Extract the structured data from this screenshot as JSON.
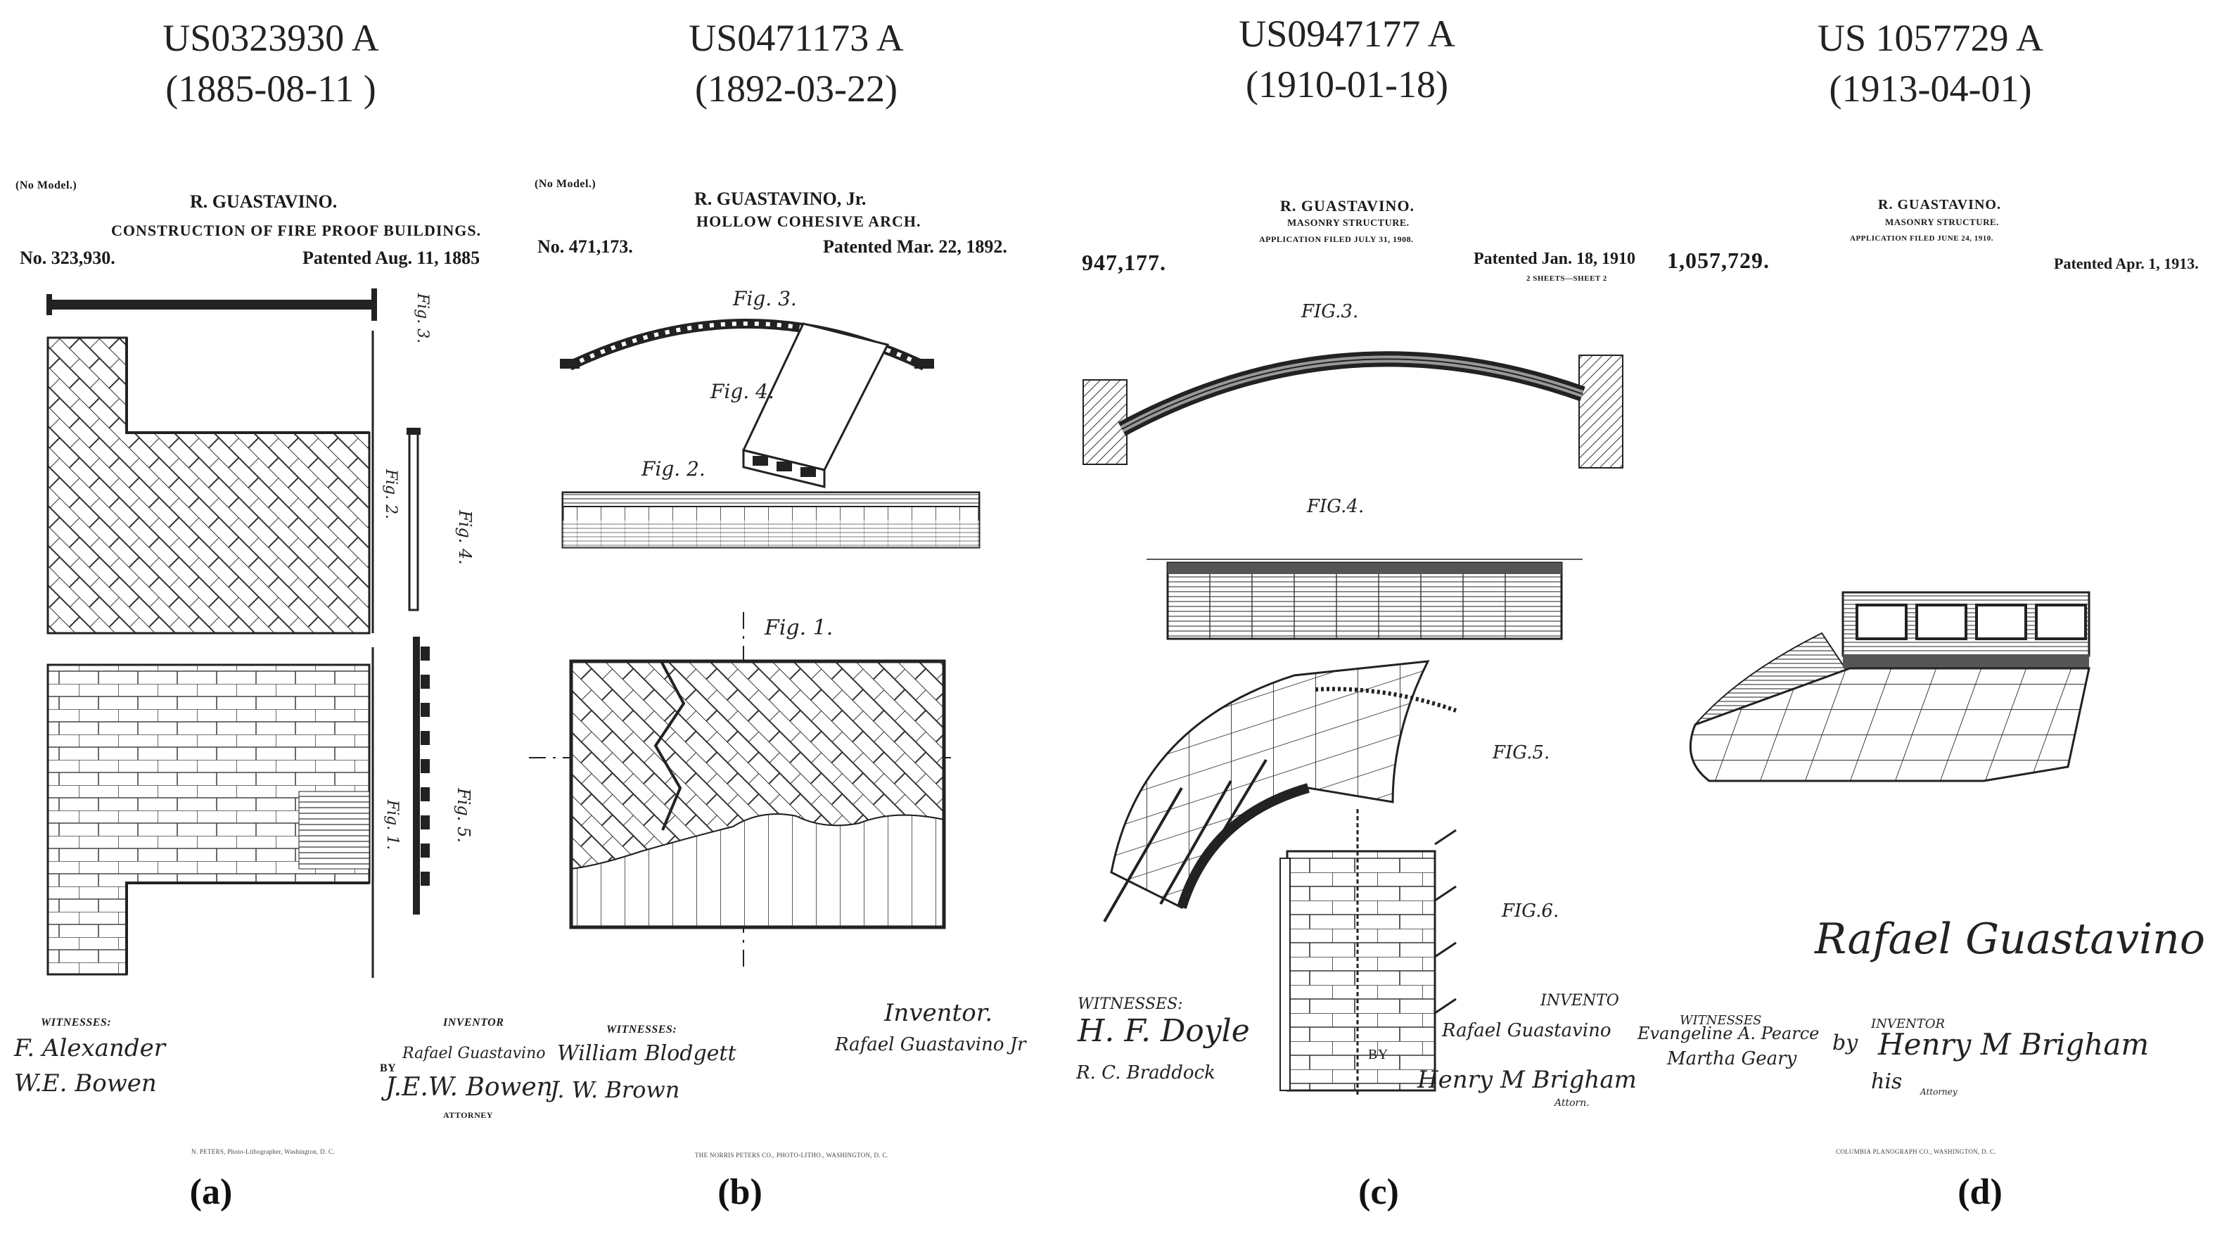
{
  "patents": [
    {
      "id": "US0323930 A",
      "date": "(1885-08-11 )",
      "caption": "(a)",
      "sheet": {
        "model_note": "(No Model.)",
        "inventor_name": "R. GUASTAVINO.",
        "title": "CONSTRUCTION OF FIRE PROOF BUILDINGS.",
        "number": "No. 323,930.",
        "patented": "Patented Aug. 11, 1885",
        "figures": [
          "Fig. 3.",
          "Fig. 2.",
          "Fig. 4.",
          "Fig. 1.",
          "Fig. 5."
        ],
        "witnesses_label": "WITNESSES:",
        "witnesses": [
          "F. Alexander",
          "W.E. Bowen"
        ],
        "inventor_label": "INVENTOR",
        "inventor_sig": "Rafael Guastavino",
        "by": "BY",
        "attorney_sig": "J.E.W. Bowen",
        "attorney_label": "ATTORNEY",
        "printer": "N. PETERS, Photo-Lithographer, Washington, D. C."
      }
    },
    {
      "id": "US0471173 A",
      "date": "(1892-03-22)",
      "caption": "(b)",
      "sheet": {
        "model_note": "(No Model.)",
        "inventor_name": "R. GUASTAVINO, Jr.",
        "title": "HOLLOW COHESIVE ARCH.",
        "number": "No. 471,173.",
        "patented": "Patented Mar. 22, 1892.",
        "figures": [
          "Fig. 3.",
          "Fig. 4.",
          "Fig. 2.",
          "Fig. 1."
        ],
        "witnesses_label": "WITNESSES:",
        "witnesses": [
          "William Blodgett",
          "J. W. Brown"
        ],
        "inventor_label": "Inventor.",
        "inventor_sig": "Rafael Guastavino Jr",
        "printer": "THE NORRIS PETERS CO., PHOTO-LITHO., WASHINGTON, D. C."
      }
    },
    {
      "id": "US0947177 A",
      "date": "(1910-01-18)",
      "caption": "(c)",
      "sheet": {
        "inventor_name": "R. GUASTAVINO.",
        "title": "MASONRY STRUCTURE.",
        "application": "APPLICATION FILED JULY 31, 1908.",
        "number": "947,177.",
        "patented": "Patented Jan. 18, 1910",
        "sheets": "2 SHEETS—SHEET 2",
        "figures": [
          "FIG.3.",
          "FIG.4.",
          "FIG.5.",
          "FIG.6."
        ],
        "witnesses_label": "WITNESSES:",
        "witnesses": [
          "H. F. Doyle",
          "R. C. Braddock"
        ],
        "inventor_label": "INVENTO",
        "inventor_sig": "Rafael Guastavino",
        "by": "BY",
        "attorney_sig": "Henry M Brigham",
        "attorney_label": "Attorn."
      }
    },
    {
      "id": "US 1057729 A",
      "date": "(1913-04-01)",
      "caption": "(d)",
      "sheet": {
        "inventor_name": "R. GUASTAVINO.",
        "title": "MASONRY STRUCTURE.",
        "application": "APPLICATION FILED JUNE 24, 1910.",
        "number": "1,057,729.",
        "patented": "Patented Apr. 1, 1913.",
        "big_sig": "Rafael Guastavino",
        "witnesses_label": "WITNESSES",
        "witnesses": [
          "Evangeline A. Pearce",
          "Martha Geary"
        ],
        "inventor_label": "INVENTOR",
        "by": "by",
        "attorney_sig": "Henry M Brigham",
        "his": "his",
        "attorney_label": "Attorney",
        "printer": "COLUMBIA PLANOGRAPH CO., WASHINGTON, D. C."
      }
    }
  ]
}
